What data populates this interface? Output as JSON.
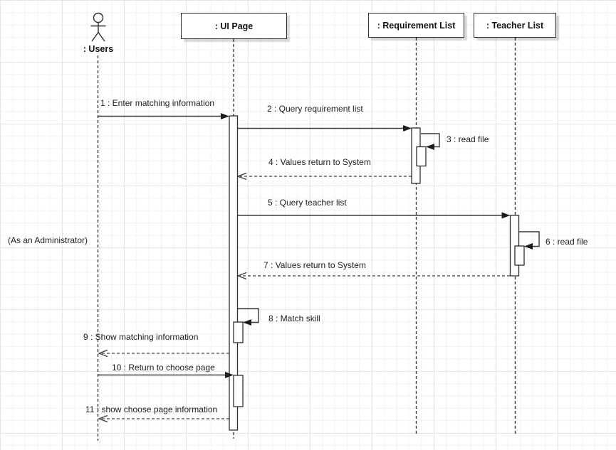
{
  "colors": {
    "stroke": "#3a3a3a",
    "text": "#1d1d1d",
    "background": "#ffffff",
    "grid_minor": "#f2f2f2",
    "grid_major": "#e5e5e5",
    "activation_fill": "#ffffff",
    "box_fill": "#ffffff"
  },
  "note": {
    "text": "(As an Administrator)"
  },
  "lifelines": [
    {
      "id": "users",
      "label": ": Users",
      "kind": "actor"
    },
    {
      "id": "ui-page",
      "label": ": UI Page",
      "kind": "object"
    },
    {
      "id": "requirement-list",
      "label": ": Requirement List",
      "kind": "object"
    },
    {
      "id": "teacher-list",
      "label": ": Teacher List",
      "kind": "object"
    }
  ],
  "messages": [
    {
      "seq": 1,
      "label": "1 : Enter matching information",
      "from": "users",
      "to": "ui-page",
      "line": "solid"
    },
    {
      "seq": 2,
      "label": "2 : Query requirement list",
      "from": "ui-page",
      "to": "requirement-list",
      "line": "solid"
    },
    {
      "seq": 3,
      "label": "3 : read file",
      "from": "requirement-list",
      "to": "requirement-list",
      "line": "self"
    },
    {
      "seq": 4,
      "label": "4 : Values return to System",
      "from": "requirement-list",
      "to": "ui-page",
      "line": "dashed-return"
    },
    {
      "seq": 5,
      "label": "5 : Query teacher list",
      "from": "ui-page",
      "to": "teacher-list",
      "line": "solid"
    },
    {
      "seq": 6,
      "label": "6 : read file",
      "from": "teacher-list",
      "to": "teacher-list",
      "line": "self"
    },
    {
      "seq": 7,
      "label": "7 : Values return to System",
      "from": "teacher-list",
      "to": "ui-page",
      "line": "dashed-return"
    },
    {
      "seq": 8,
      "label": "8 : Match skill",
      "from": "ui-page",
      "to": "ui-page",
      "line": "self"
    },
    {
      "seq": 9,
      "label": "9 : Show matching information",
      "from": "ui-page",
      "to": "users",
      "line": "dashed-return"
    },
    {
      "seq": 10,
      "label": "10 : Return to choose page",
      "from": "users",
      "to": "ui-page",
      "line": "solid"
    },
    {
      "seq": 11,
      "label": "11 : show choose page information",
      "from": "ui-page",
      "to": "users",
      "line": "dashed-return"
    }
  ]
}
